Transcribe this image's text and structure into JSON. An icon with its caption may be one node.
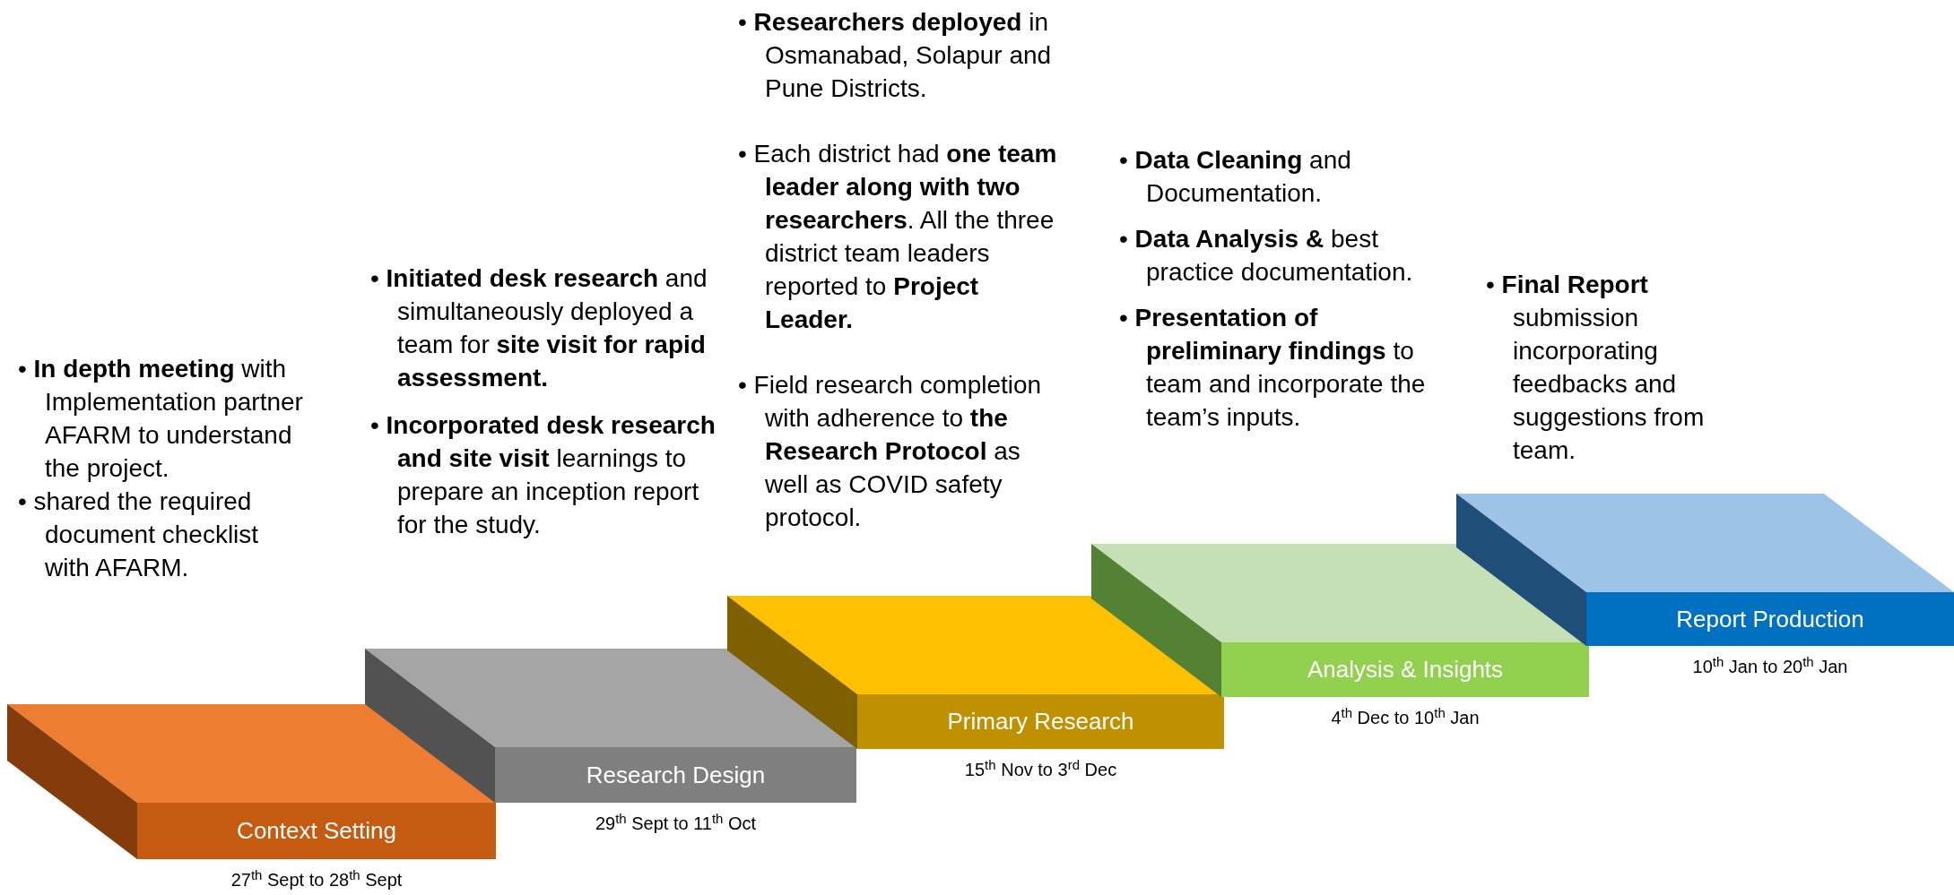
{
  "diagram": {
    "nodes": [
      {
        "text": [
          "Context Setting"
        ],
        "beside": [
          "27$^{th}$ Sept to 28$^{th}$ Sept"
        ]
      },
      {
        "text": [
          "Research Design"
        ],
        "beside": [
          "29$^{th}$ Sept to 11$^{th}$ Oct"
        ]
      },
      {
        "text": [
          "Primary Research"
        ],
        "beside": [
          "15$^{th}$ Nov to 3$^{rd}$ Dec"
        ]
      },
      {
        "text": [
          "Analysis & Insights"
        ],
        "beside": [
          "4$^{th}$ Dec to 10$^{th}$ Jan"
        ]
      },
      {
        "text": [
          "Report Production"
        ],
        "beside": [
          "10$^{th}$ Jan to 20$^{th}$ Jan"
        ]
      }
    ],
    "labels": [
      "• **In depth meeting** with Implementation partner AFARM to understand the project.",
      "• shared the required document checklist with AFARM.",
      "• **Initiated desk research** and simultaneously deployed a team for **site visit for rapid assessment.**",
      "• **Incorporated desk research and site visit** learnings to prepare an inception report for the study.",
      "• **Researchers deployed** in Osmanabad, Solapur and Pune Districts.",
      "• Each district had **one team leader along with two researchers**. All the three district team leaders reported to **Project Leader.**",
      "• Field research completion with adherence to **the Research Protocol** as well as COVID safety protocol.",
      "• **Data Cleaning** and Documentation.",
      "• **Data Analysis &** best practice documentation.",
      "• **Presentation of preliminary findings** to team and incorporate the team’s inputs.",
      "• **Final Report** submission incorporating feedbacks and suggestions from team."
    ]
  }
}
